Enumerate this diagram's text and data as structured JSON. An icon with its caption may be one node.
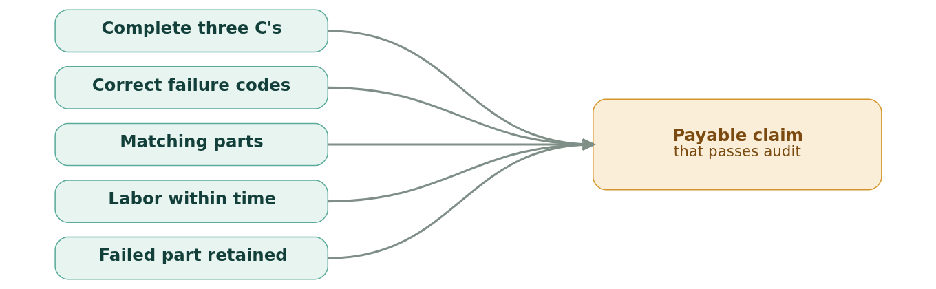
{
  "diagram": {
    "nodes": [
      {
        "text": [
          "Complete three C's"
        ]
      },
      {
        "text": [
          "Correct failure codes"
        ]
      },
      {
        "text": [
          "Matching parts"
        ]
      },
      {
        "text": [
          "Labor within time"
        ]
      },
      {
        "text": [
          "Failed part retained"
        ]
      },
      {
        "text": [
          "Payable claim",
          "that passes audit"
        ]
      }
    ],
    "edges": [
      {
        "from": 0,
        "to": 5,
        "arrow": "to"
      },
      {
        "from": 1,
        "to": 5,
        "arrow": "to"
      },
      {
        "from": 2,
        "to": 5,
        "arrow": "to"
      },
      {
        "from": 3,
        "to": 5,
        "arrow": "to"
      },
      {
        "from": 4,
        "to": 5,
        "arrow": "to"
      }
    ]
  }
}
